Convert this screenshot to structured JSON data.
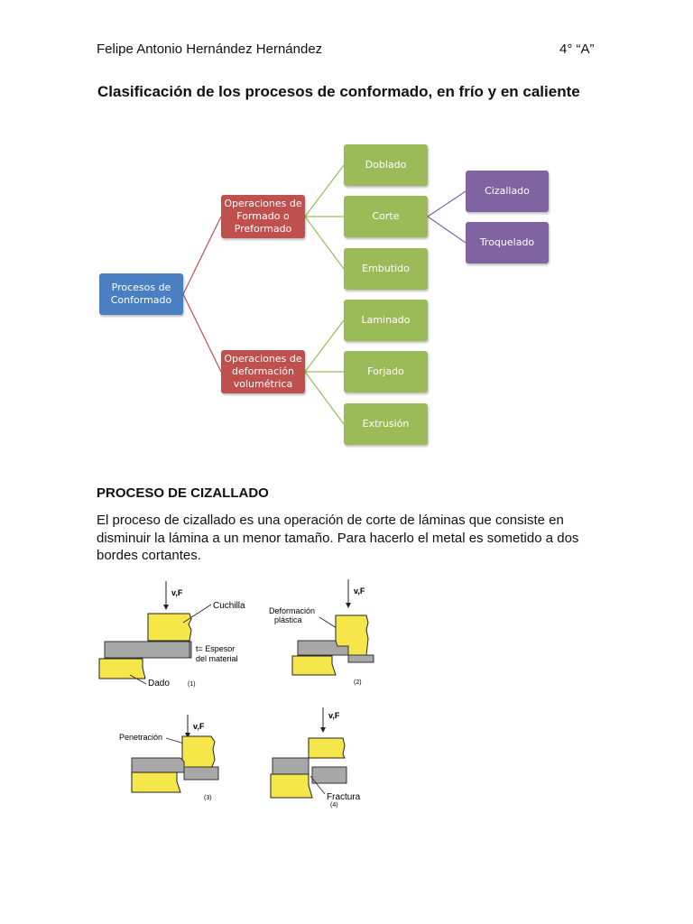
{
  "header": {
    "author": "Felipe Antonio Hernández Hernández",
    "grade": "4° “A”"
  },
  "title": "Clasificación de los procesos de conformado, en frío y en caliente",
  "diagram": {
    "root": "Procesos de\nConformado",
    "branch_forming": "Operaciones de\nFormado o\nPreformado",
    "branch_volumetric": "Operaciones de\ndeformación\nvolumétrica",
    "forming_children": [
      "Doblado",
      "Corte",
      "Embutido"
    ],
    "volumetric_children": [
      "Laminado",
      "Forjado",
      "Extrusión"
    ],
    "cut_children": [
      "Cizallado",
      "Troquelado"
    ],
    "colors": {
      "root": "#4a7fc1",
      "branch": "#c0504d",
      "leaf": "#9bbb59",
      "sub": "#8064a2"
    }
  },
  "section": {
    "heading": "PROCESO DE CIZALLADO",
    "paragraph": "El proceso de cizallado es una operación de corte de láminas que consiste en disminuir la lámina a un menor tamaño. Para hacerlo el metal es sometido a dos bordes cortantes."
  },
  "figures": {
    "force": "v,F",
    "blade": "Cuchilla",
    "thickness_1": "t= Espesor",
    "thickness_2": "del material",
    "die": "Dado",
    "deformation_1": "Deformación",
    "deformation_2": "plástica",
    "penetration": "Penetración",
    "fracture": "Fractura",
    "step_1": "(1)",
    "step_2": "(2)",
    "step_3": "(3)",
    "step_4": "(4)"
  }
}
